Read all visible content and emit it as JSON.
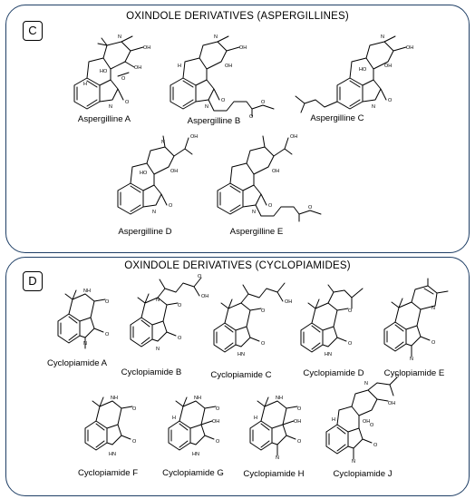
{
  "panels": {
    "c": {
      "letter": "C",
      "title": "OXINDOLE DERIVATIVES  (ASPERGILLINES)",
      "compounds": [
        "Aspergilline A",
        "Aspergilline B",
        "Aspergilline C",
        "Aspergilline D",
        "Aspergilline E"
      ]
    },
    "d": {
      "letter": "D",
      "title": "OXINDOLE DERIVATIVES  (CYCLOPIAMIDES)",
      "compounds": [
        "Cyclopiamide A",
        "Cyclopiamide B",
        "Cyclopiamide C",
        "Cyclopiamide D",
        "Cyclopiamide E",
        "Cyclopiamide F",
        "Cyclopiamide G",
        "Cyclopiamide H",
        "Cyclopiamide J"
      ]
    }
  },
  "atoms": {
    "oh": "OH",
    "ho": "HO",
    "h": "H",
    "o": "O",
    "n": "N",
    "nh": "NH",
    "hn": "HN"
  }
}
